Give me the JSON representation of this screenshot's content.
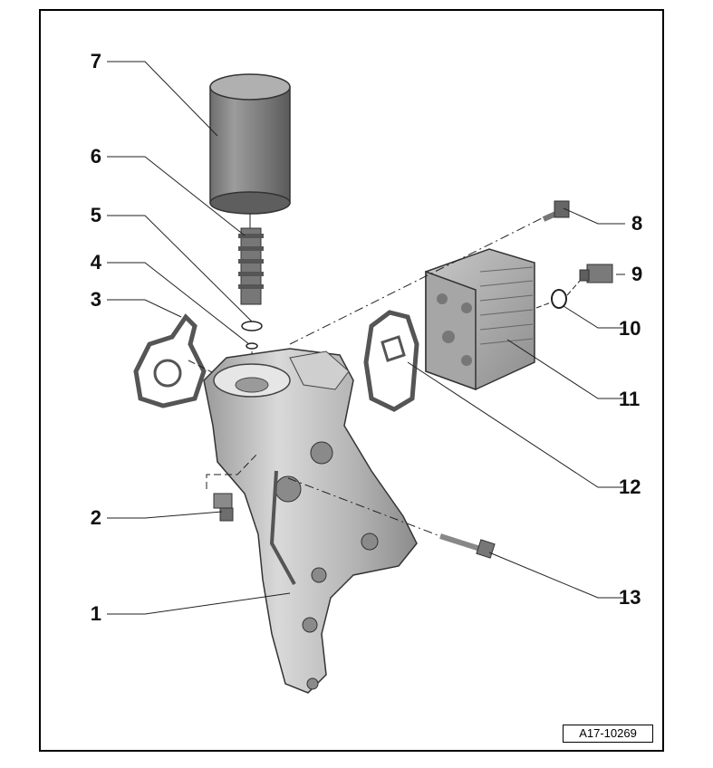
{
  "diagram": {
    "reference_code": "A17-10269",
    "callouts": {
      "c1": "1",
      "c2": "2",
      "c3": "3",
      "c4": "4",
      "c5": "5",
      "c6": "6",
      "c7": "7",
      "c8": "8",
      "c9": "9",
      "c10": "10",
      "c11": "11",
      "c12": "12",
      "c13": "13"
    },
    "parts": [
      {
        "id": "1",
        "name": "oil-filter-bracket"
      },
      {
        "id": "2",
        "name": "plug"
      },
      {
        "id": "3",
        "name": "gasket"
      },
      {
        "id": "4",
        "name": "o-ring-small"
      },
      {
        "id": "5",
        "name": "o-ring"
      },
      {
        "id": "6",
        "name": "filter-element"
      },
      {
        "id": "7",
        "name": "oil-filter"
      },
      {
        "id": "8",
        "name": "bolt"
      },
      {
        "id": "9",
        "name": "plug"
      },
      {
        "id": "10",
        "name": "o-ring"
      },
      {
        "id": "11",
        "name": "oil-cooler"
      },
      {
        "id": "12",
        "name": "gasket"
      },
      {
        "id": "13",
        "name": "bolt"
      }
    ]
  }
}
